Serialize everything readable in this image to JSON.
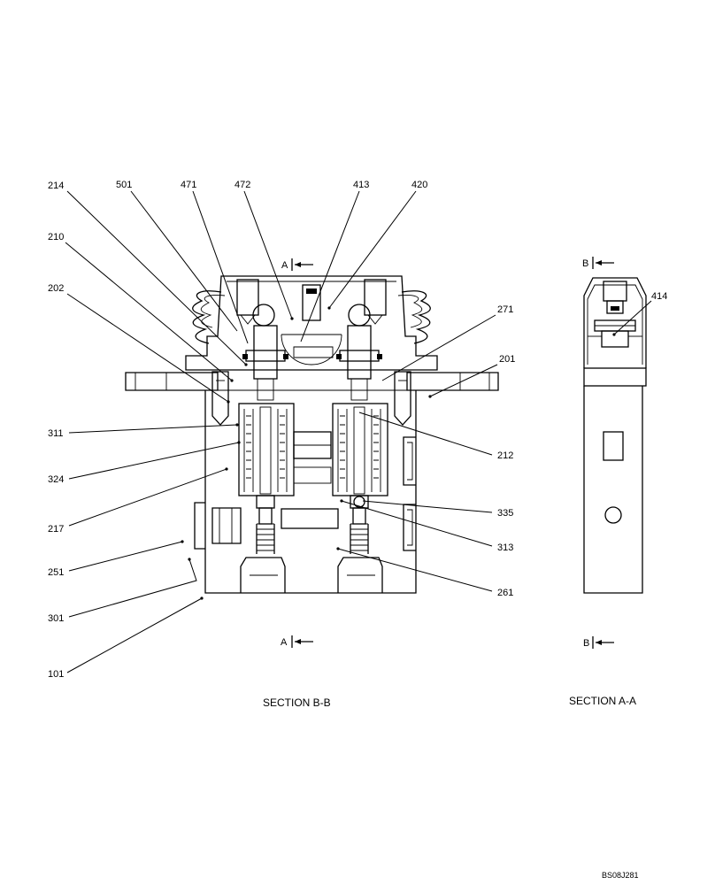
{
  "callouts": [
    {
      "id": "c214",
      "label": "214"
    },
    {
      "id": "c501",
      "label": "501"
    },
    {
      "id": "c471",
      "label": "471"
    },
    {
      "id": "c472",
      "label": "472"
    },
    {
      "id": "c413",
      "label": "413"
    },
    {
      "id": "c420",
      "label": "420"
    },
    {
      "id": "c210",
      "label": "210"
    },
    {
      "id": "c202",
      "label": "202"
    },
    {
      "id": "c271",
      "label": "271"
    },
    {
      "id": "c201",
      "label": "201"
    },
    {
      "id": "c311",
      "label": "311"
    },
    {
      "id": "c212",
      "label": "212"
    },
    {
      "id": "c324",
      "label": "324"
    },
    {
      "id": "c335",
      "label": "335"
    },
    {
      "id": "c217",
      "label": "217"
    },
    {
      "id": "c313",
      "label": "313"
    },
    {
      "id": "c251",
      "label": "251"
    },
    {
      "id": "c261",
      "label": "261"
    },
    {
      "id": "c301",
      "label": "301"
    },
    {
      "id": "c101",
      "label": "101"
    },
    {
      "id": "c414",
      "label": "414"
    }
  ],
  "section_markers": {
    "a_top": "A",
    "a_bottom": "A",
    "b_top": "B",
    "b_bottom": "B"
  },
  "captions": {
    "section_bb": "SECTION   B-B",
    "section_aa": "SECTION   A-A"
  },
  "drawing_code": "BS08J281"
}
